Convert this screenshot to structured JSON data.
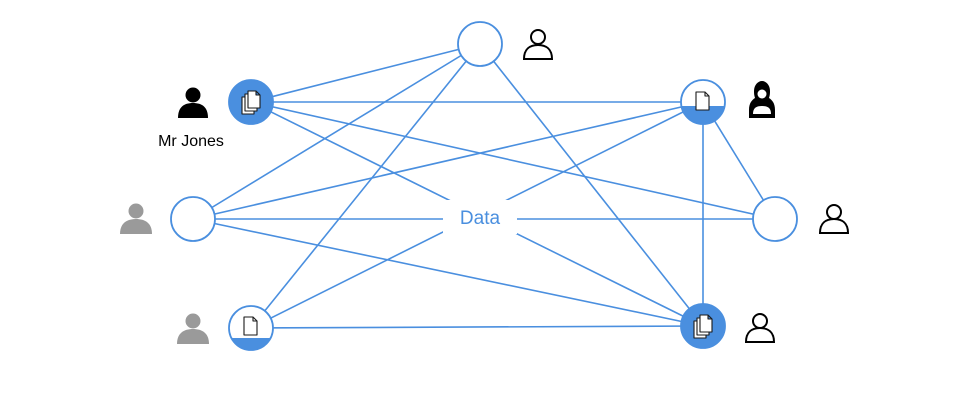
{
  "colors": {
    "accent": "#4a8fdf",
    "user_dark": "#000000",
    "user_grey": "#9a9a9a"
  },
  "center": {
    "label": "Data"
  },
  "nodes": [
    {
      "id": "top-center",
      "style": "empty"
    },
    {
      "id": "top-left",
      "style": "full-blue",
      "icon": "documents-stack-icon"
    },
    {
      "id": "top-right",
      "style": "half-blue",
      "icon": "single-document-icon"
    },
    {
      "id": "middle-left",
      "style": "empty"
    },
    {
      "id": "middle-right",
      "style": "empty"
    },
    {
      "id": "bottom-left",
      "style": "half-blue",
      "icon": "single-document-icon"
    },
    {
      "id": "bottom-right",
      "style": "full-blue",
      "icon": "documents-stack-icon"
    }
  ],
  "users": [
    {
      "node": "top-center",
      "icon": "person-outline-icon",
      "tone": "dark"
    },
    {
      "node": "top-left",
      "icon": "person-solid-icon",
      "tone": "dark",
      "name": "Mr Jones"
    },
    {
      "node": "top-right",
      "icon": "person-hooded-icon",
      "tone": "dark"
    },
    {
      "node": "middle-left",
      "icon": "person-solid-icon",
      "tone": "grey"
    },
    {
      "node": "middle-right",
      "icon": "person-outline-icon",
      "tone": "dark"
    },
    {
      "node": "bottom-left",
      "icon": "person-solid-icon",
      "tone": "grey"
    },
    {
      "node": "bottom-right",
      "icon": "person-outline-icon",
      "tone": "dark"
    }
  ],
  "edges": [
    [
      "top-center",
      "top-left"
    ],
    [
      "top-center",
      "middle-left"
    ],
    [
      "top-center",
      "bottom-left"
    ],
    [
      "top-center",
      "bottom-right"
    ],
    [
      "top-left",
      "top-right"
    ],
    [
      "top-left",
      "middle-right"
    ],
    [
      "top-left",
      "bottom-right"
    ],
    [
      "middle-left",
      "middle-right"
    ],
    [
      "middle-left",
      "bottom-right"
    ],
    [
      "bottom-left",
      "bottom-right"
    ],
    [
      "bottom-left",
      "top-right"
    ],
    [
      "top-right",
      "bottom-right"
    ],
    [
      "top-right",
      "middle-right"
    ],
    [
      "top-right",
      "middle-left"
    ]
  ]
}
